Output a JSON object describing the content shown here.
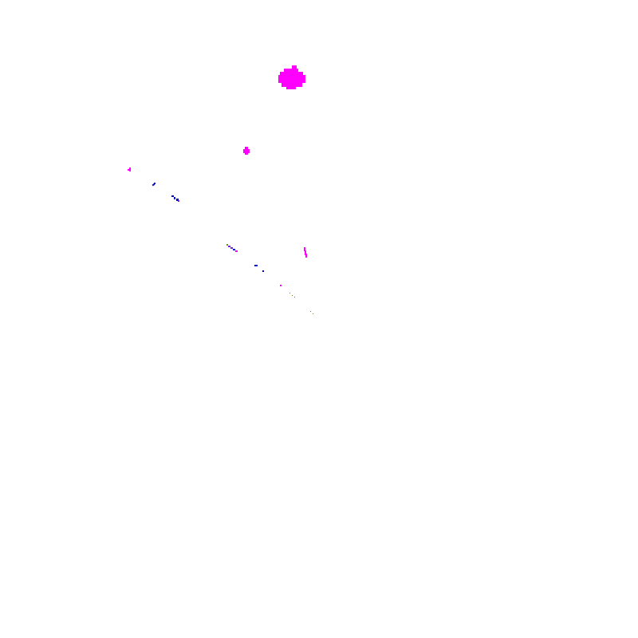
{
  "canvas": {
    "background": "#ffffff"
  },
  "colors": {
    "magenta": "#ff00ff",
    "blue": "#0000cc",
    "violet": "#7a22cc",
    "olive": "#6b8e23"
  },
  "marks": [
    {
      "name": "large-magenta-blob",
      "color": "magenta"
    },
    {
      "name": "small-magenta-blob",
      "color": "magenta"
    },
    {
      "name": "magenta-dash-left",
      "color": "magenta"
    },
    {
      "name": "blue-dash-1",
      "color": "blue"
    },
    {
      "name": "blue-dash-2",
      "color": "blue"
    },
    {
      "name": "mixed-streak",
      "color": "violet"
    },
    {
      "name": "blue-dash-3",
      "color": "blue"
    },
    {
      "name": "magenta-vertical-streak",
      "color": "magenta"
    },
    {
      "name": "small-dots-trail",
      "color": "olive"
    }
  ]
}
